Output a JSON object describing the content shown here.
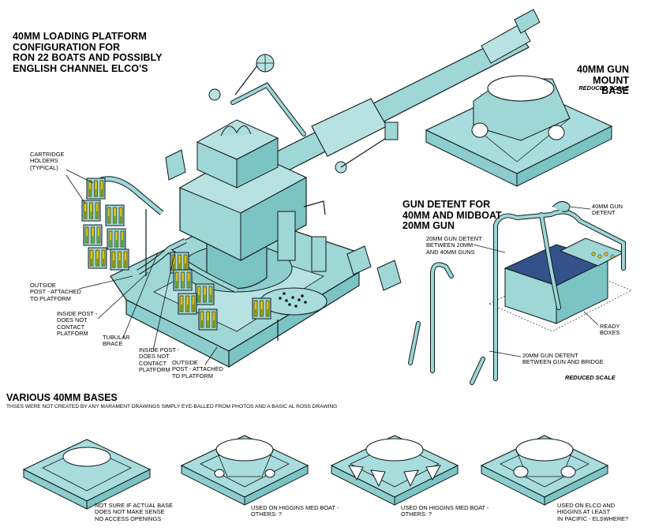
{
  "title_lines": [
    "40MM LOADING PLATFORM",
    "CONFIGURATION FOR",
    "RON 22 BOATS AND POSSIBLY",
    "ENGLISH CHANNEL ELCO'S"
  ],
  "mount_base": {
    "title_lines": [
      "40MM GUN",
      "MOUNT BASE"
    ],
    "scale": "REDUCED SCALE"
  },
  "detent": {
    "title_lines": [
      "GUN DETENT FOR",
      "40MM AND MIDBOAT",
      "20MM GUN"
    ],
    "scale": "REDUCED SCALE"
  },
  "gun_labels": {
    "cartridge": [
      "CARTRIDGE",
      "HOLDERS",
      "(TYPICAL)"
    ],
    "outside_post_1": [
      "OUTSIDE",
      "POST - ATTACHED",
      "TO PLATFORM"
    ],
    "inside_post_1": [
      "INSIDE POST -",
      "DOES NOT",
      "CONTACT",
      "PLATFORM"
    ],
    "tubular": [
      "TUBULAR",
      "BRACE"
    ],
    "inside_post_2": [
      "INSIDE POST -",
      "DOES NOT",
      "CONTACT",
      "PLATFORM"
    ],
    "outside_post_2": [
      "OUTSIDE",
      "POST - ATTACHED",
      "TO PLATFORM"
    ]
  },
  "detent_labels": {
    "gun_detent_40": [
      "40MM GUN",
      "DETENT"
    ],
    "detent_20_40": [
      "20MM GUN DETENT",
      "BETWEEN 20MM",
      "AND 40MM GUNS"
    ],
    "ready_boxes": [
      "READY",
      "BOXES"
    ],
    "detent_20_bridge": [
      "20MM GUN DETENT",
      "BETWEEN GUN AND BRIDGE"
    ]
  },
  "various": {
    "title": "VARIOUS 40MM BASES",
    "subtitle": "THSES WERE NOT CREATED BY ANY MARAMENT DRAWINGS SIMPLY EYE-BALLED FROM PHOTOS AND A BASIC AL ROSS DRAWING",
    "notes": [
      [
        "NOT SURE IF ACTUAL BASE",
        "DOES NOT MAKE SENSE",
        "NO ACCESS OPENINGS"
      ],
      [
        "USED ON HIGGINS MED BOAT -",
        "OTHERS: ?"
      ],
      [
        "USED ON HIGGINS MED BOAT -",
        "OTHERS: ?"
      ],
      [
        "USED ON ELCO AND",
        "HIGGINS  AT LEAST",
        "IN PACIFIC - ELSWHERE?"
      ]
    ]
  },
  "colors": {
    "fill": "#9fd6d6",
    "fill_light": "#b8e2e2",
    "fill_dark": "#7cc3c4",
    "line": "#0e1a1c",
    "cartridge": "#d8c21a",
    "stripe": "#3f9a3a",
    "box_top": "#33528a"
  }
}
